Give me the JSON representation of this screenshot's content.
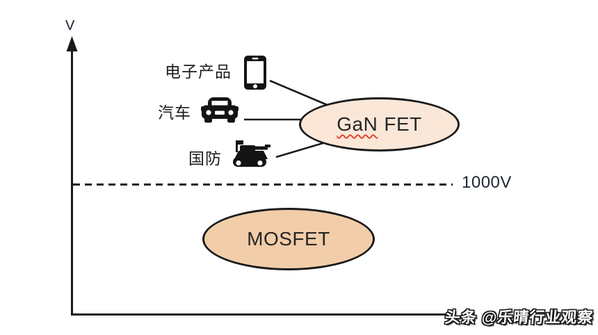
{
  "diagram": {
    "axis": {
      "y_label": "V"
    },
    "threshold_label": "1000V",
    "applications": [
      {
        "label": "电子产品",
        "icon": "smartphone-icon"
      },
      {
        "label": "汽车",
        "icon": "car-icon"
      },
      {
        "label": "国防",
        "icon": "tank-icon"
      }
    ],
    "gan_node": {
      "label_main": "GaN",
      "label_rest": "FET"
    },
    "mosfet_node": {
      "label": "MOSFET"
    }
  },
  "watermark": {
    "brand": "头条",
    "handle": "@乐晴行业观察"
  },
  "colors": {
    "line": "#1a1a1a",
    "gan_fill": "#fbe7d8",
    "mosfet_fill": "#f2cda9",
    "spellcheck_underline": "#e0462f",
    "text": "#1f1f1f"
  }
}
